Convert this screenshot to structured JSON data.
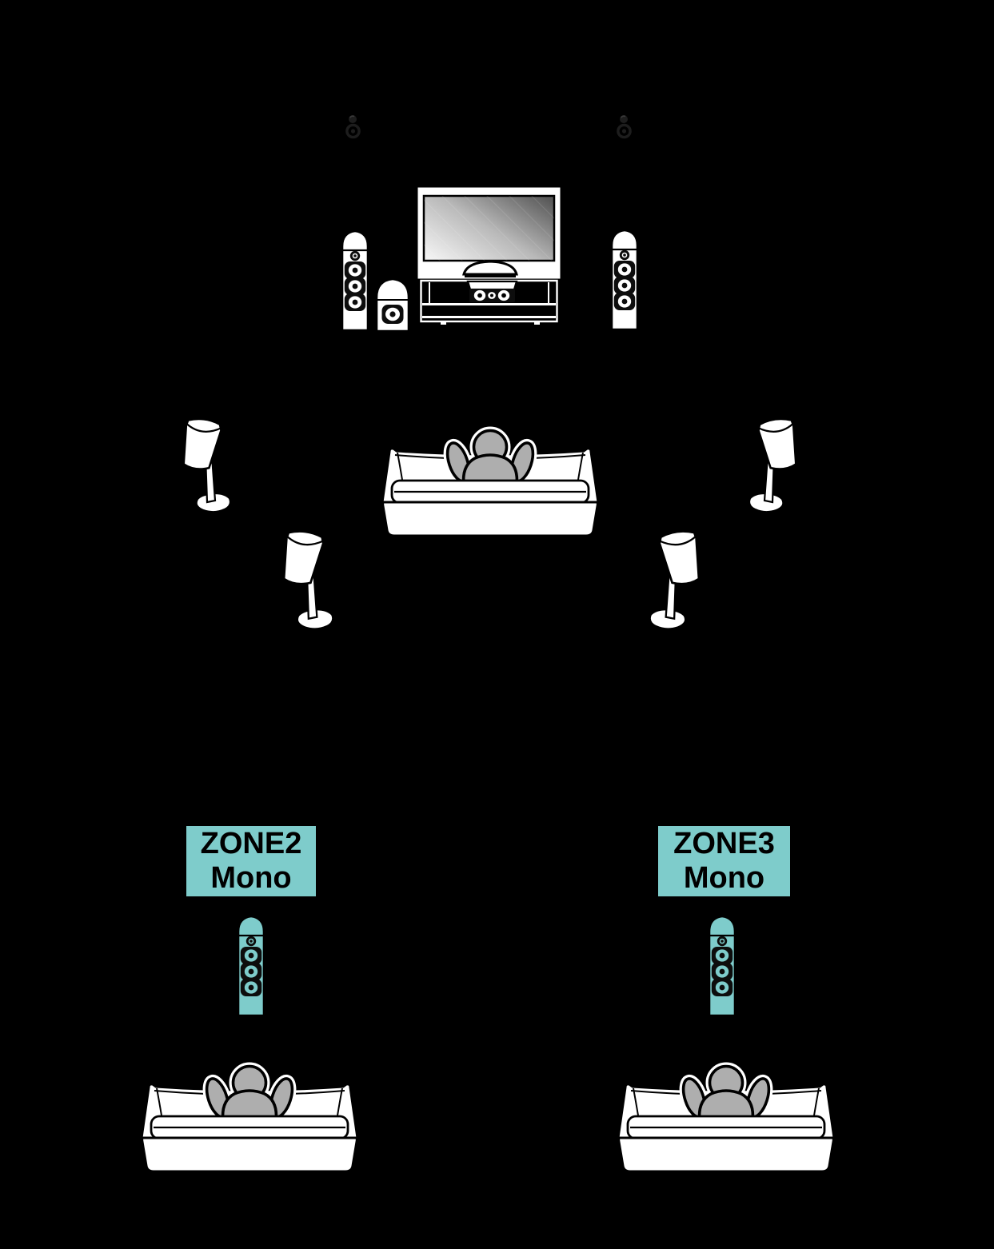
{
  "page": {
    "title": "Speaker configuration diagram",
    "background": "#000000"
  },
  "colors": {
    "background": "#000000",
    "accent_teal": "#7ecccb",
    "diagram_white": "#ffffff",
    "outline_black": "#000000",
    "person_gray": "#aeaeae",
    "faint_icon_gray": "#1d1d1d",
    "screen_light": "#f2f2f2",
    "screen_dark": "#595959"
  },
  "zone_labels": {
    "zone2": {
      "line1": "ZONE2",
      "line2": "Mono"
    },
    "zone3": {
      "line1": "ZONE3",
      "line2": "Mono"
    }
  },
  "diagram_elements": {
    "main_zone": [
      "height-speaker-icon-left",
      "height-speaker-icon-right",
      "front-tower-speaker-left",
      "subwoofer",
      "tv-with-stand",
      "center-speaker",
      "front-tower-speaker-right",
      "surround-speaker-left",
      "surround-speaker-right",
      "surround-back-speaker-left",
      "surround-back-speaker-right",
      "sofa-with-listener"
    ],
    "zone2": [
      "zone2-label",
      "teal-mono-speaker",
      "sofa-with-listener"
    ],
    "zone3": [
      "zone3-label",
      "teal-mono-speaker",
      "sofa-with-listener"
    ]
  }
}
